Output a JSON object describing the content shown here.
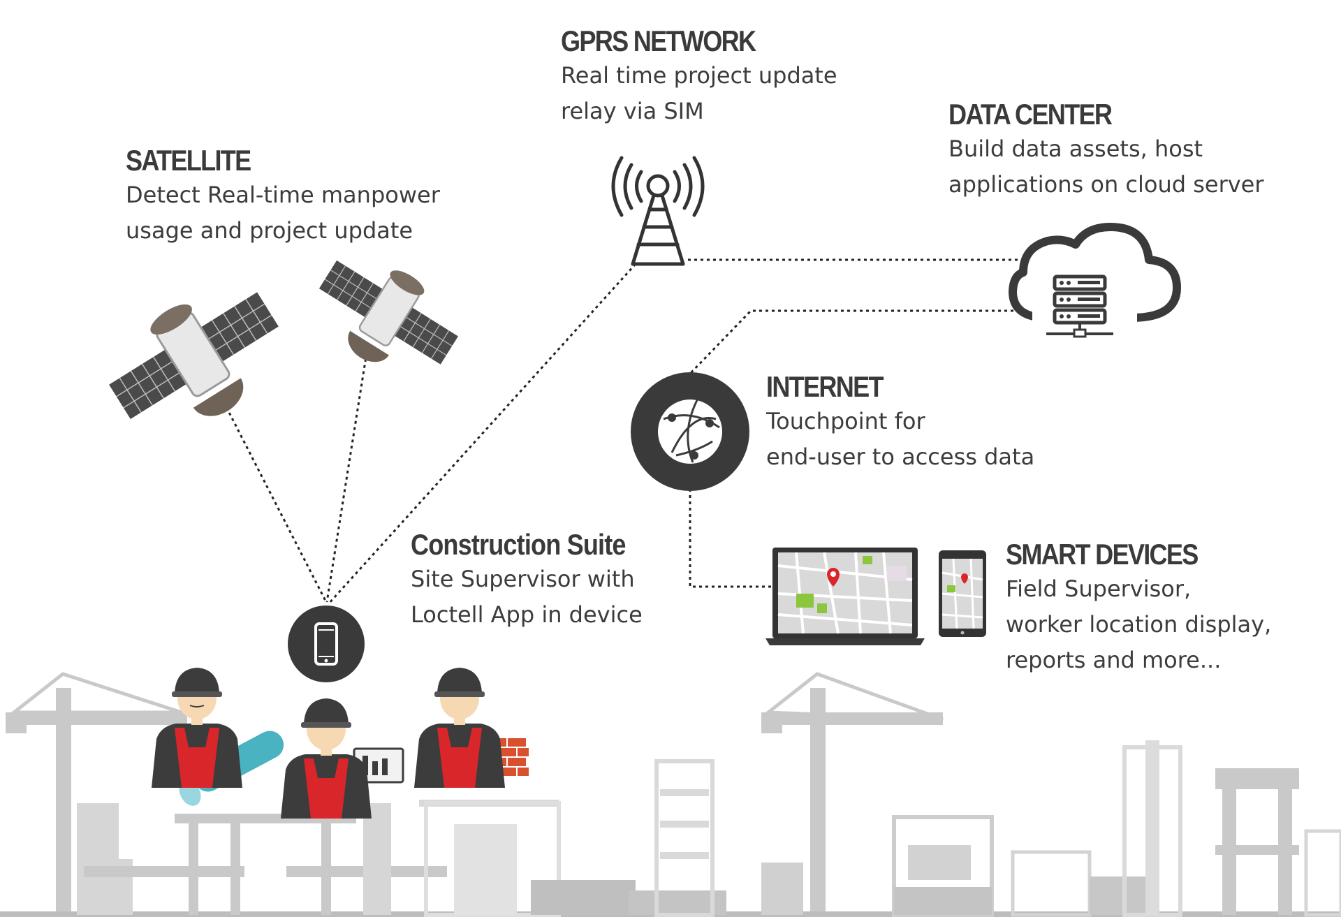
{
  "satellite": {
    "title": "SATELLITE",
    "lines": [
      "Detect Real-time manpower",
      "usage and project update"
    ]
  },
  "gprs": {
    "title": "GPRS NETWORK",
    "lines": [
      "Real time project update",
      "relay via SIM"
    ]
  },
  "datacenter": {
    "title": "DATA CENTER",
    "lines": [
      "Build data assets, host",
      "applications on cloud server"
    ]
  },
  "internet": {
    "title": "INTERNET",
    "lines": [
      "Touchpoint for",
      "end-user to access data"
    ]
  },
  "construction": {
    "title": "Construction Suite",
    "lines": [
      "Site Supervisor with",
      "Loctell App in device"
    ]
  },
  "smart_devices": {
    "title": "SMART DEVICES",
    "lines": [
      "Field Supervisor,",
      "worker location display,",
      "reports and more..."
    ]
  },
  "icons": [
    "satellite-icon",
    "signal-tower-icon",
    "cloud-server-icon",
    "globe-icon",
    "phone-icon",
    "laptop-map-icon",
    "tablet-map-icon",
    "construction-worker-icon",
    "crane-icon"
  ],
  "colors": {
    "dark": "#3a3a3a",
    "silhouette": "#c8c8c8",
    "worker_vest": "#d8262b",
    "helmet": "#3c3c3c",
    "skin": "#f6d9b2",
    "brick": "#d9502f",
    "blueprint": "#4ab3c2",
    "map_green": "#8cc63f"
  }
}
